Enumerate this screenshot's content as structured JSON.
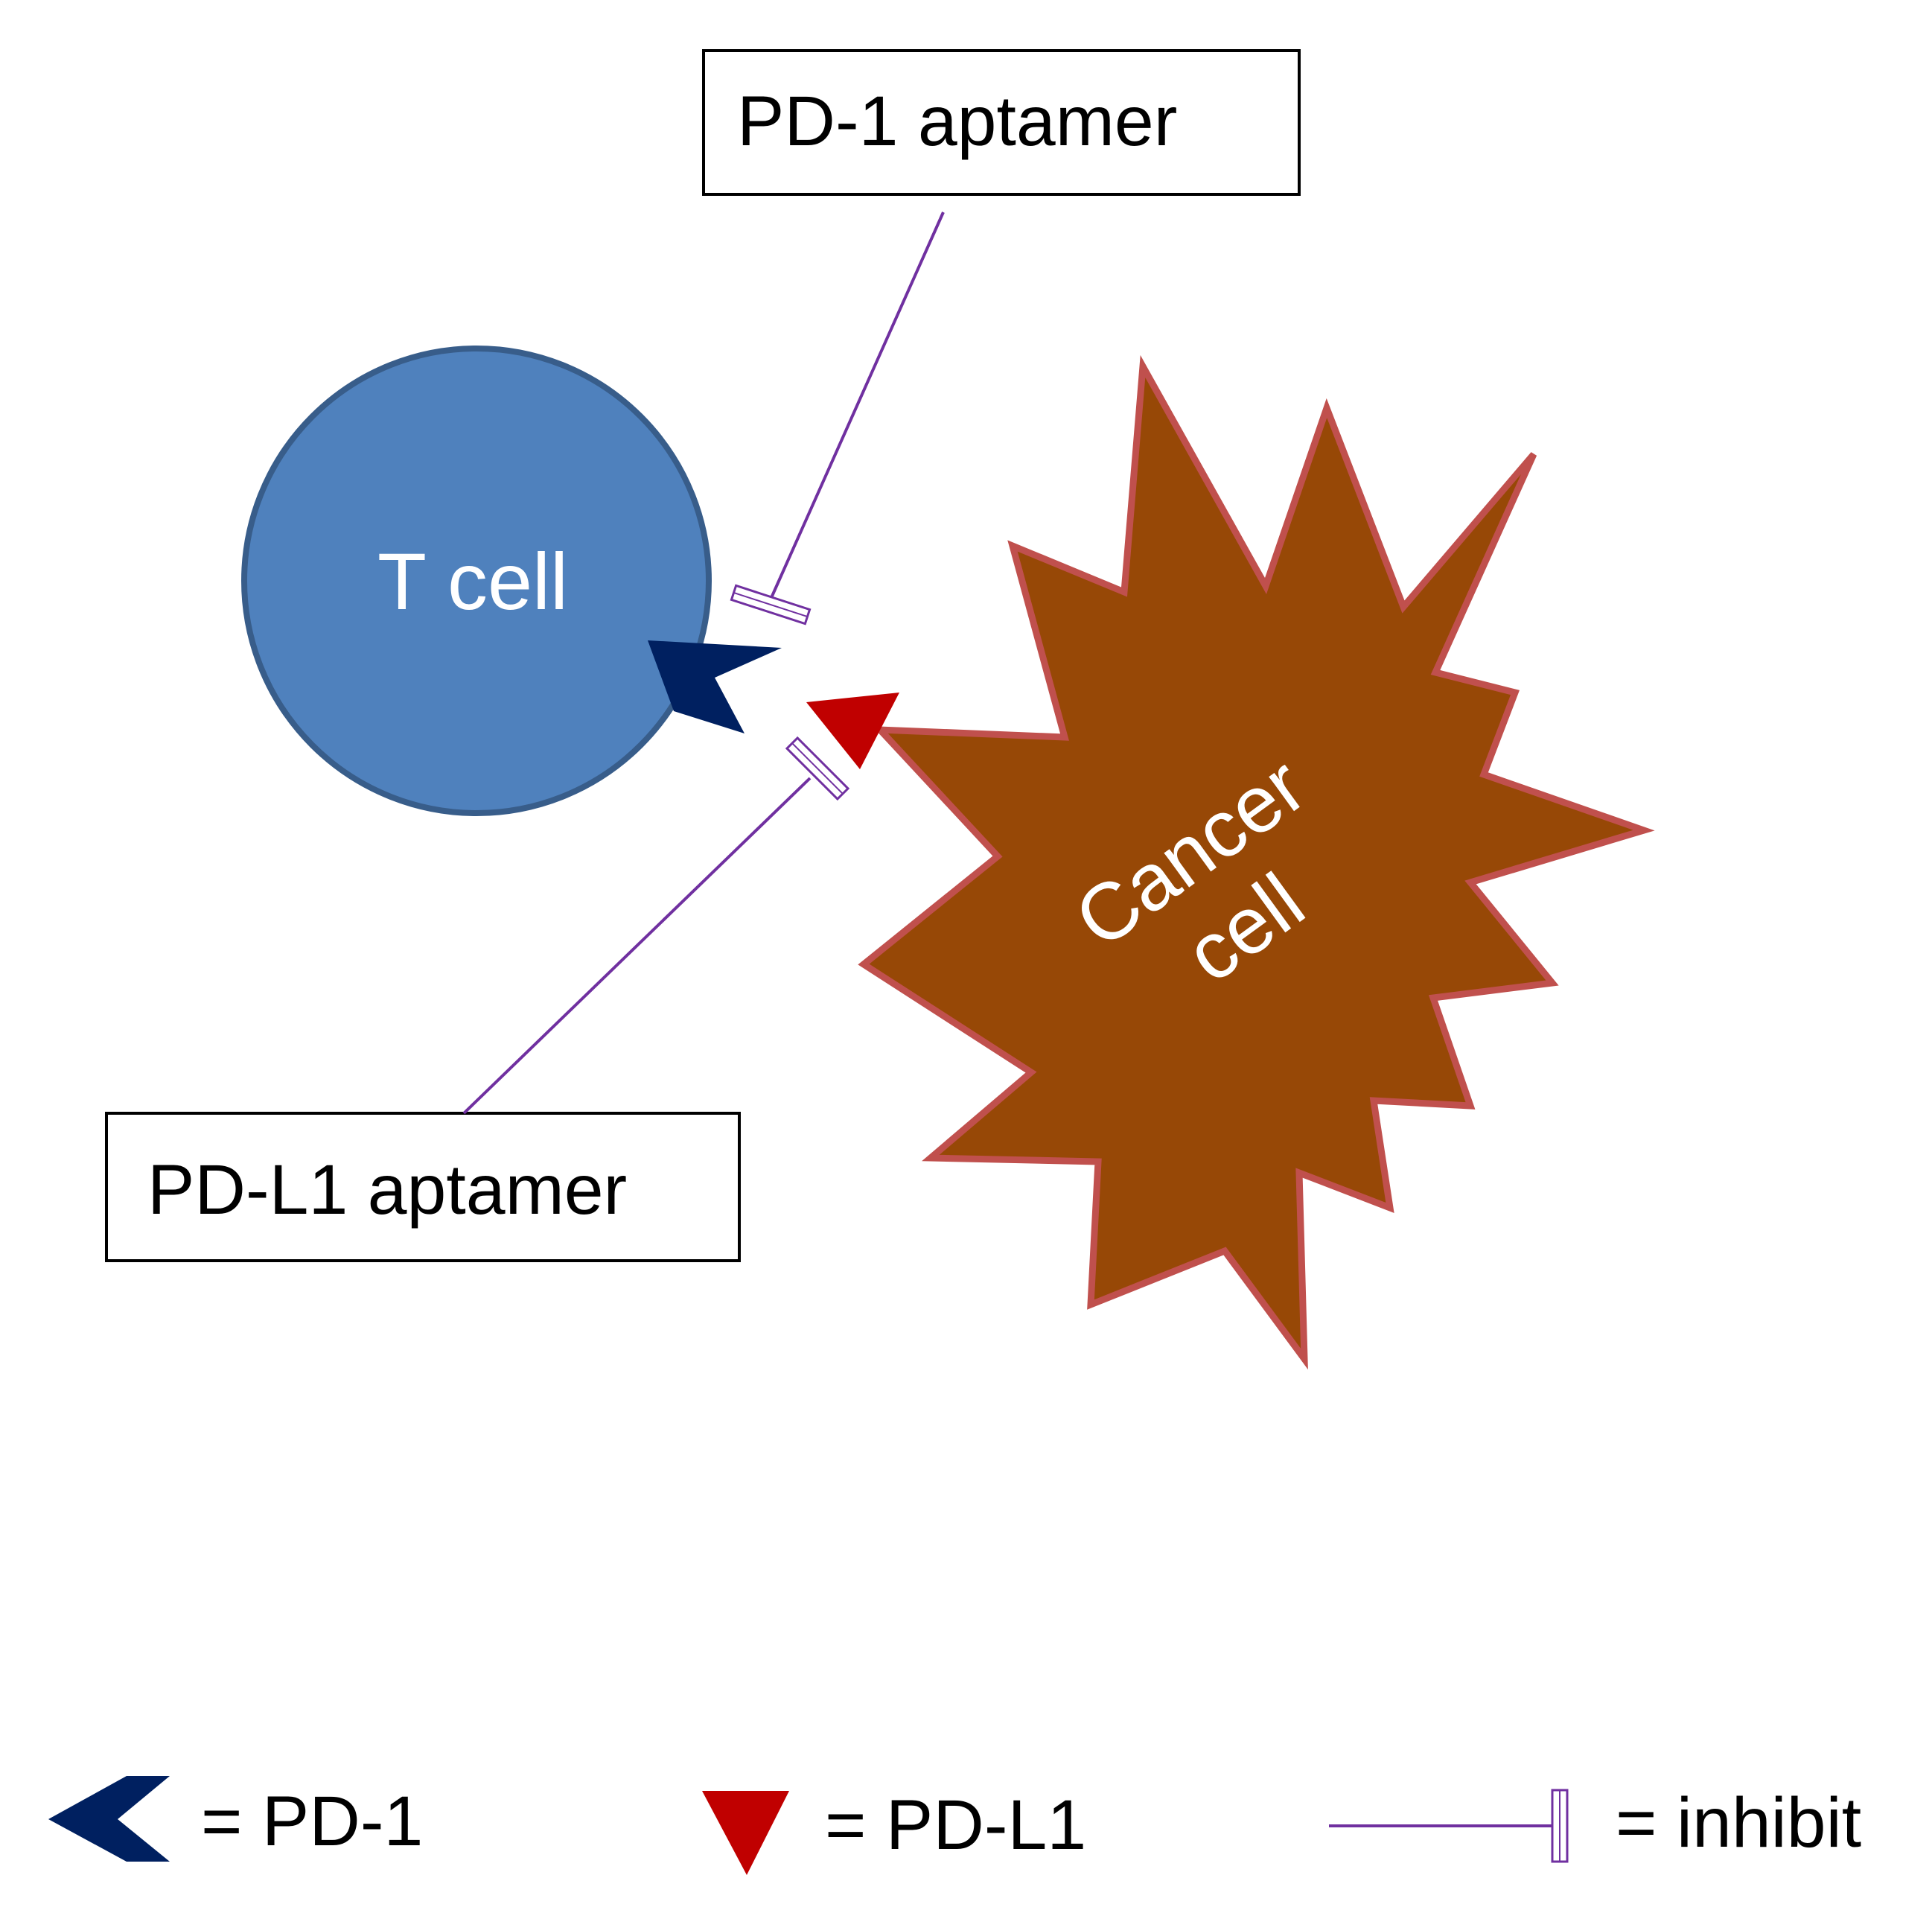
{
  "labels": {
    "pd1_aptamer": "PD-1 aptamer",
    "pdl1_aptamer": "PD-L1 aptamer",
    "t_cell": "T cell",
    "cancer_line1": "Cancer",
    "cancer_line2": "cell"
  },
  "legend": {
    "pd1": "= PD-1",
    "pdl1": "= PD-L1",
    "inhibit": "= inhibit"
  },
  "colors": {
    "t_cell_fill": "#4F81BD",
    "t_cell_stroke": "#385D8A",
    "cancer_fill": "#974806",
    "cancer_stroke": "#C0504D",
    "pd1_receptor": "#002060",
    "pdl1_ligand": "#C00000",
    "inhibit_line": "#7030A0"
  }
}
